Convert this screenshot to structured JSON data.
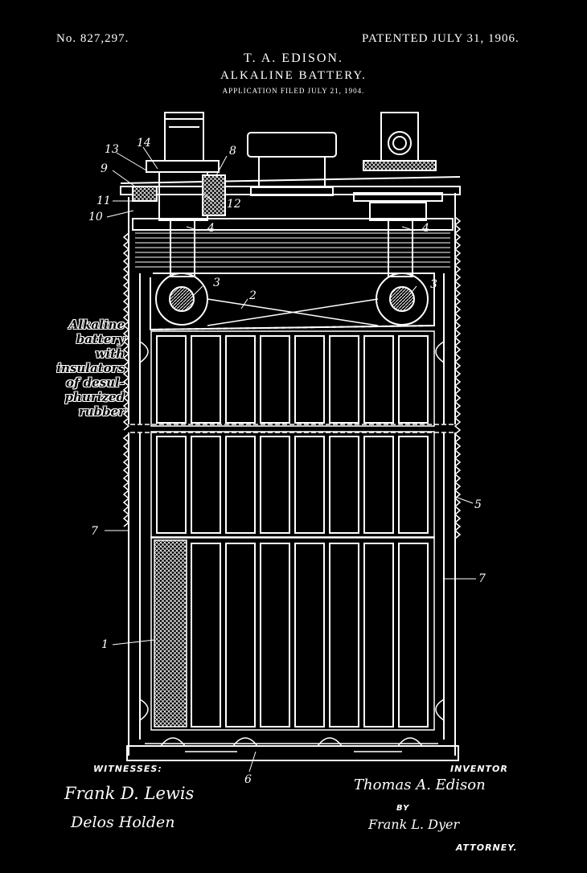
{
  "header": {
    "patent_number": "No. 827,297.",
    "patent_date": "PATENTED JULY 31, 1906.",
    "inventor": "T. A. EDISON.",
    "title": "ALKALINE BATTERY.",
    "application": "APPLICATION FILED JULY 21, 1904."
  },
  "annotation": {
    "lines": [
      "Alkaline",
      "battery",
      "with",
      "insulators",
      "of desul-",
      "phurized",
      "rubber"
    ]
  },
  "reference_numerals": {
    "r13": "13",
    "r14": "14",
    "r9": "9",
    "r8": "8",
    "r11": "11",
    "r12": "12",
    "r10": "10",
    "r4_left": "4",
    "r4_right": "4",
    "r3_left": "3",
    "r3_right": "3",
    "r2": "2",
    "r5": "5",
    "r7_left": "7",
    "r7_right": "7",
    "r1": "1",
    "r6": "6"
  },
  "footer": {
    "witnesses_label": "WITNESSES:",
    "inventor_label": "INVENTOR",
    "by_label": "BY",
    "attorney_label": "ATTORNEY.",
    "witness_1": "Frank D. Lewis",
    "witness_2": "Delos Holden",
    "inventor_signature": "Thomas A. Edison",
    "attorney_signature": "Frank L. Dyer"
  },
  "colors": {
    "background": "#000000",
    "line": "#ffffff"
  }
}
